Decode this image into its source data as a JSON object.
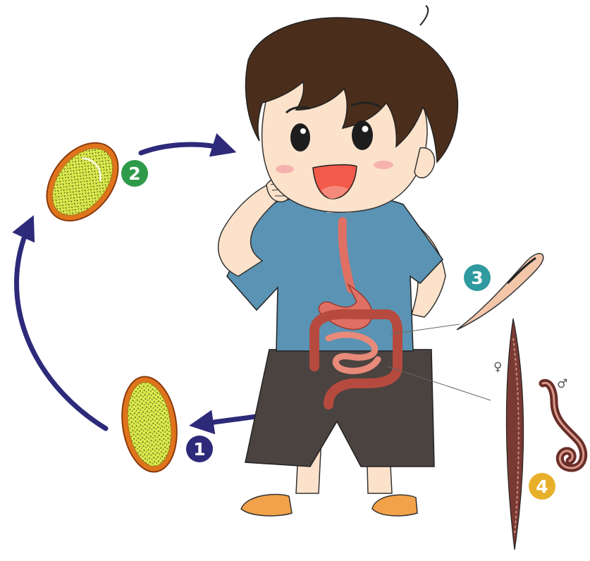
{
  "diagram": {
    "type": "parasite-life-cycle",
    "stages": [
      {
        "number": "1",
        "badge_color": "#2d2a7a",
        "depicts": "egg-passed-in-feces"
      },
      {
        "number": "2",
        "badge_color": "#2f9a4a",
        "depicts": "embryonated-egg"
      },
      {
        "number": "3",
        "badge_color": "#2f9aa0",
        "depicts": "larva"
      },
      {
        "number": "4",
        "badge_color": "#e8b02a",
        "depicts": "adult-worms"
      }
    ],
    "sex_symbols": {
      "female": "♀",
      "male": "♂"
    },
    "colors": {
      "arrow": "#2d2a7a",
      "egg_shell": "#e0741c",
      "egg_inner": "#d9e84a",
      "hair": "#4a2e1b",
      "skin": "#fde2cb",
      "shirt": "#5a93b3",
      "shorts": "#4a4340",
      "shoes": "#f2a24a",
      "gut": "#e07064",
      "intestine": "#b64a3e"
    }
  }
}
